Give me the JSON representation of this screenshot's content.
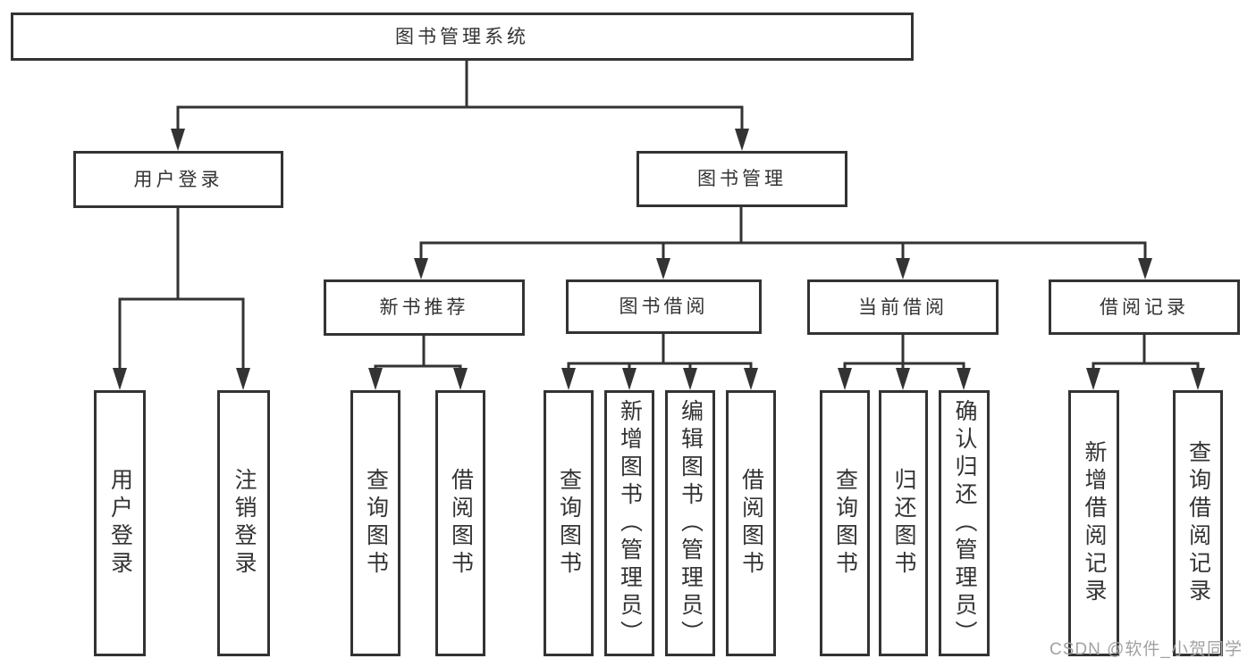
{
  "diagram": {
    "root": {
      "label": "图书管理系统"
    },
    "level2": {
      "user_login": {
        "label": "用户登录"
      },
      "book_management": {
        "label": "图书管理"
      }
    },
    "level3": {
      "new_book_recommend": {
        "label": "新书推荐"
      },
      "book_borrowing": {
        "label": "图书借阅"
      },
      "current_borrowing": {
        "label": "当前借阅"
      },
      "borrowing_records": {
        "label": "借阅记录"
      }
    },
    "leaves": {
      "user_login": {
        "label": "用户登录"
      },
      "logout_login": {
        "label": "注销登录"
      },
      "nbr_query_books": {
        "label": "查询图书"
      },
      "nbr_borrow_books": {
        "label": "借阅图书"
      },
      "bb_query_books": {
        "label": "查询图书"
      },
      "bb_add_books_admin": {
        "label": "新增图书（管理员）"
      },
      "bb_edit_books_admin": {
        "label": "编辑图书（管理员）"
      },
      "bb_borrow_books": {
        "label": "借阅图书"
      },
      "cb_query_books": {
        "label": "查询图书"
      },
      "cb_return_books": {
        "label": "归还图书"
      },
      "cb_confirm_return_admin": {
        "label": "确认归还（管理员）"
      },
      "br_add_record": {
        "label": "新增借阅记录"
      },
      "br_query_record": {
        "label": "查询借阅记录"
      }
    }
  },
  "watermark": {
    "text": "CSDN @软件_小贺同学"
  },
  "colors": {
    "line": "#333333",
    "text": "#333333",
    "background": "#ffffff",
    "watermark": "#a2a2a2"
  }
}
